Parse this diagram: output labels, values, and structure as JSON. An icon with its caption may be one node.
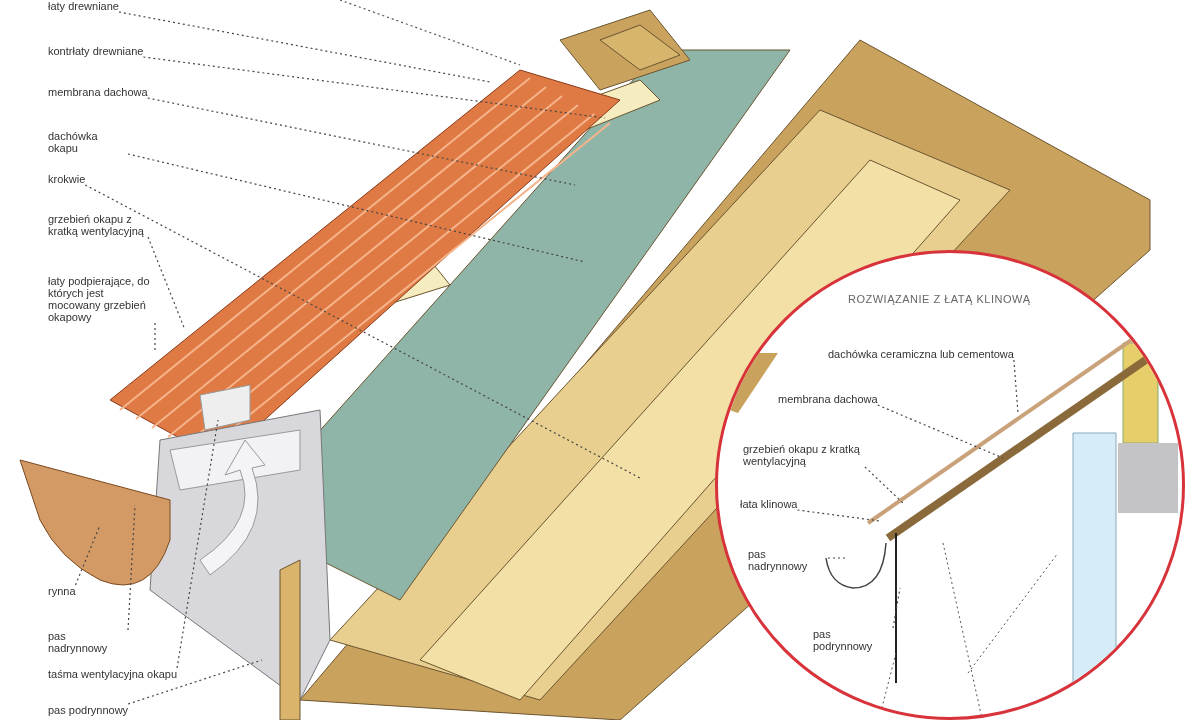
{
  "diagram": {
    "nodes": [
      {
        "text": [
          "łaty drewniane"
        ]
      },
      {
        "text": [
          "kontrłaty drewniane"
        ]
      },
      {
        "text": [
          "membrana dachowa"
        ]
      },
      {
        "text": [
          "dachówka okapu"
        ]
      },
      {
        "text": [
          "krokwie"
        ]
      },
      {
        "text": [
          "grzebień okapu z kratką wentylacyjną"
        ]
      },
      {
        "text": [
          "łaty podpierające, do których jest mocowany grzebień okapowy"
        ]
      },
      {
        "text": [
          "rynna"
        ]
      },
      {
        "text": [
          "pas nadrynnowy"
        ]
      },
      {
        "text": [
          "taśma wentylacyjna okapu"
        ]
      },
      {
        "text": [
          "pas podrynnowy"
        ]
      },
      {
        "text": [
          "ROZWIĄZANIE Z ŁATĄ KLINOWĄ"
        ]
      },
      {
        "text": [
          "dachówka ceramiczna lub cementowa"
        ],
        "in": 11
      },
      {
        "text": [
          "membrana dachowa"
        ],
        "in": 11
      },
      {
        "text": [
          "grzebień okapu z kratką wentylacyjną"
        ],
        "in": 11
      },
      {
        "text": [
          "łata klinowa"
        ],
        "in": 11
      },
      {
        "text": [
          "pas nadrynnowy"
        ],
        "in": 11
      },
      {
        "text": [
          "pas podrynnowy"
        ],
        "in": 11
      }
    ],
    "edges": [
      {
        "from": 0,
        "to": null,
        "arrow": "none"
      },
      {
        "from": 1,
        "to": null,
        "arrow": "none"
      },
      {
        "from": 2,
        "to": null,
        "arrow": "none"
      },
      {
        "from": 3,
        "to": null,
        "arrow": "none"
      },
      {
        "from": 4,
        "to": null,
        "arrow": "none"
      },
      {
        "from": 5,
        "to": null,
        "arrow": "none"
      },
      {
        "from": 6,
        "to": null,
        "arrow": "none"
      },
      {
        "from": 7,
        "to": null,
        "arrow": "none"
      },
      {
        "from": 8,
        "to": null,
        "arrow": "none"
      },
      {
        "from": 9,
        "to": null,
        "arrow": "none"
      },
      {
        "from": 10,
        "to": null,
        "arrow": "none"
      },
      {
        "from": 12,
        "to": null,
        "arrow": "none"
      },
      {
        "from": 13,
        "to": null,
        "arrow": "none"
      },
      {
        "from": 14,
        "to": null,
        "arrow": "none"
      },
      {
        "from": 15,
        "to": null,
        "arrow": "none"
      },
      {
        "from": 16,
        "to": null,
        "arrow": "none"
      },
      {
        "from": 17,
        "to": null,
        "arrow": "none"
      }
    ]
  }
}
